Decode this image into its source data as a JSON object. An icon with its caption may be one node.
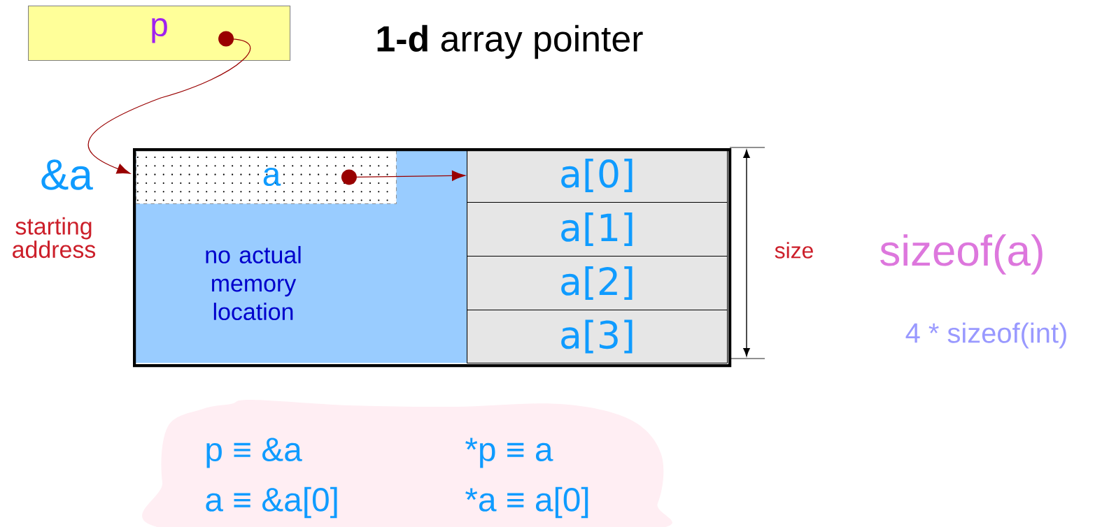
{
  "diagram": {
    "title": "**1-d** array pointer",
    "nodes": [
      {
        "text": [
          "p"
        ]
      },
      {
        "text": [],
        "shape": "box"
      },
      {
        "text": [
          "no actual memory location"
        ],
        "in": 1
      },
      {
        "text": [
          "a"
        ],
        "in": 2
      },
      {
        "text": [
          "a[0]"
        ],
        "in": 1
      },
      {
        "text": [
          "a[1]"
        ],
        "in": 1
      },
      {
        "text": [
          "a[2]"
        ],
        "in": 1
      },
      {
        "text": [
          "a[3]"
        ],
        "in": 1
      },
      {
        "text": [
          "p ≡ &a",
          "*p ≡ a",
          "a ≡ &a[0]",
          "*a ≡ a[0]"
        ]
      }
    ],
    "edges": [
      {
        "from": 0,
        "to": 1,
        "arrow": "to"
      },
      {
        "from": 3,
        "to": 4,
        "arrow": "to"
      }
    ],
    "labels": [
      "&a",
      "starting address",
      "size",
      "sizeof(a)",
      "4 * sizeof(int)"
    ]
  }
}
